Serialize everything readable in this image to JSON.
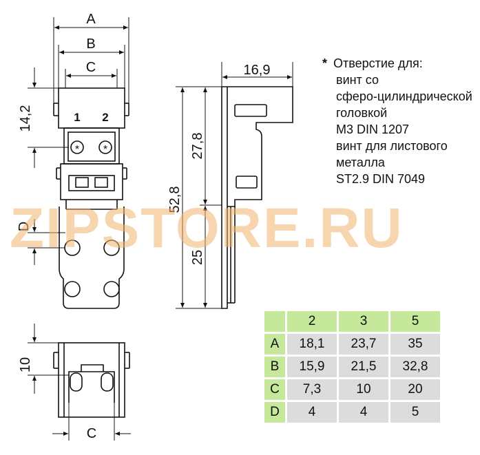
{
  "dimensions": {
    "top_view": {
      "A": "A",
      "B": "B",
      "C": "C",
      "height": "14,2",
      "D": "D",
      "pin1": "1",
      "pin2": "2"
    },
    "side_view": {
      "width": "16,9",
      "total": "52,8",
      "upper": "27,8",
      "lower": "25"
    },
    "front_view": {
      "height": "10",
      "C": "C"
    }
  },
  "note": {
    "star": "*",
    "lines": [
      "Отверстие для:",
      "винт со",
      "сферо-цилиндрической",
      "головкой",
      "M3 DIN 1207",
      "винт для листового",
      "металла",
      "ST2.9 DIN 7049"
    ]
  },
  "watermark": "ZIPSTORE.RU",
  "table": {
    "columns": [
      "2",
      "3",
      "5"
    ],
    "rows": [
      {
        "label": "A",
        "values": [
          "18,1",
          "23,7",
          "35"
        ]
      },
      {
        "label": "B",
        "values": [
          "15,9",
          "21,5",
          "32,8"
        ]
      },
      {
        "label": "C",
        "values": [
          "7,3",
          "10",
          "20"
        ]
      },
      {
        "label": "D",
        "values": [
          "4",
          "4",
          "5"
        ]
      }
    ]
  },
  "colors": {
    "header": "#c5e89a",
    "cell": "#dcdcdc",
    "watermark": "#eeb26e"
  }
}
